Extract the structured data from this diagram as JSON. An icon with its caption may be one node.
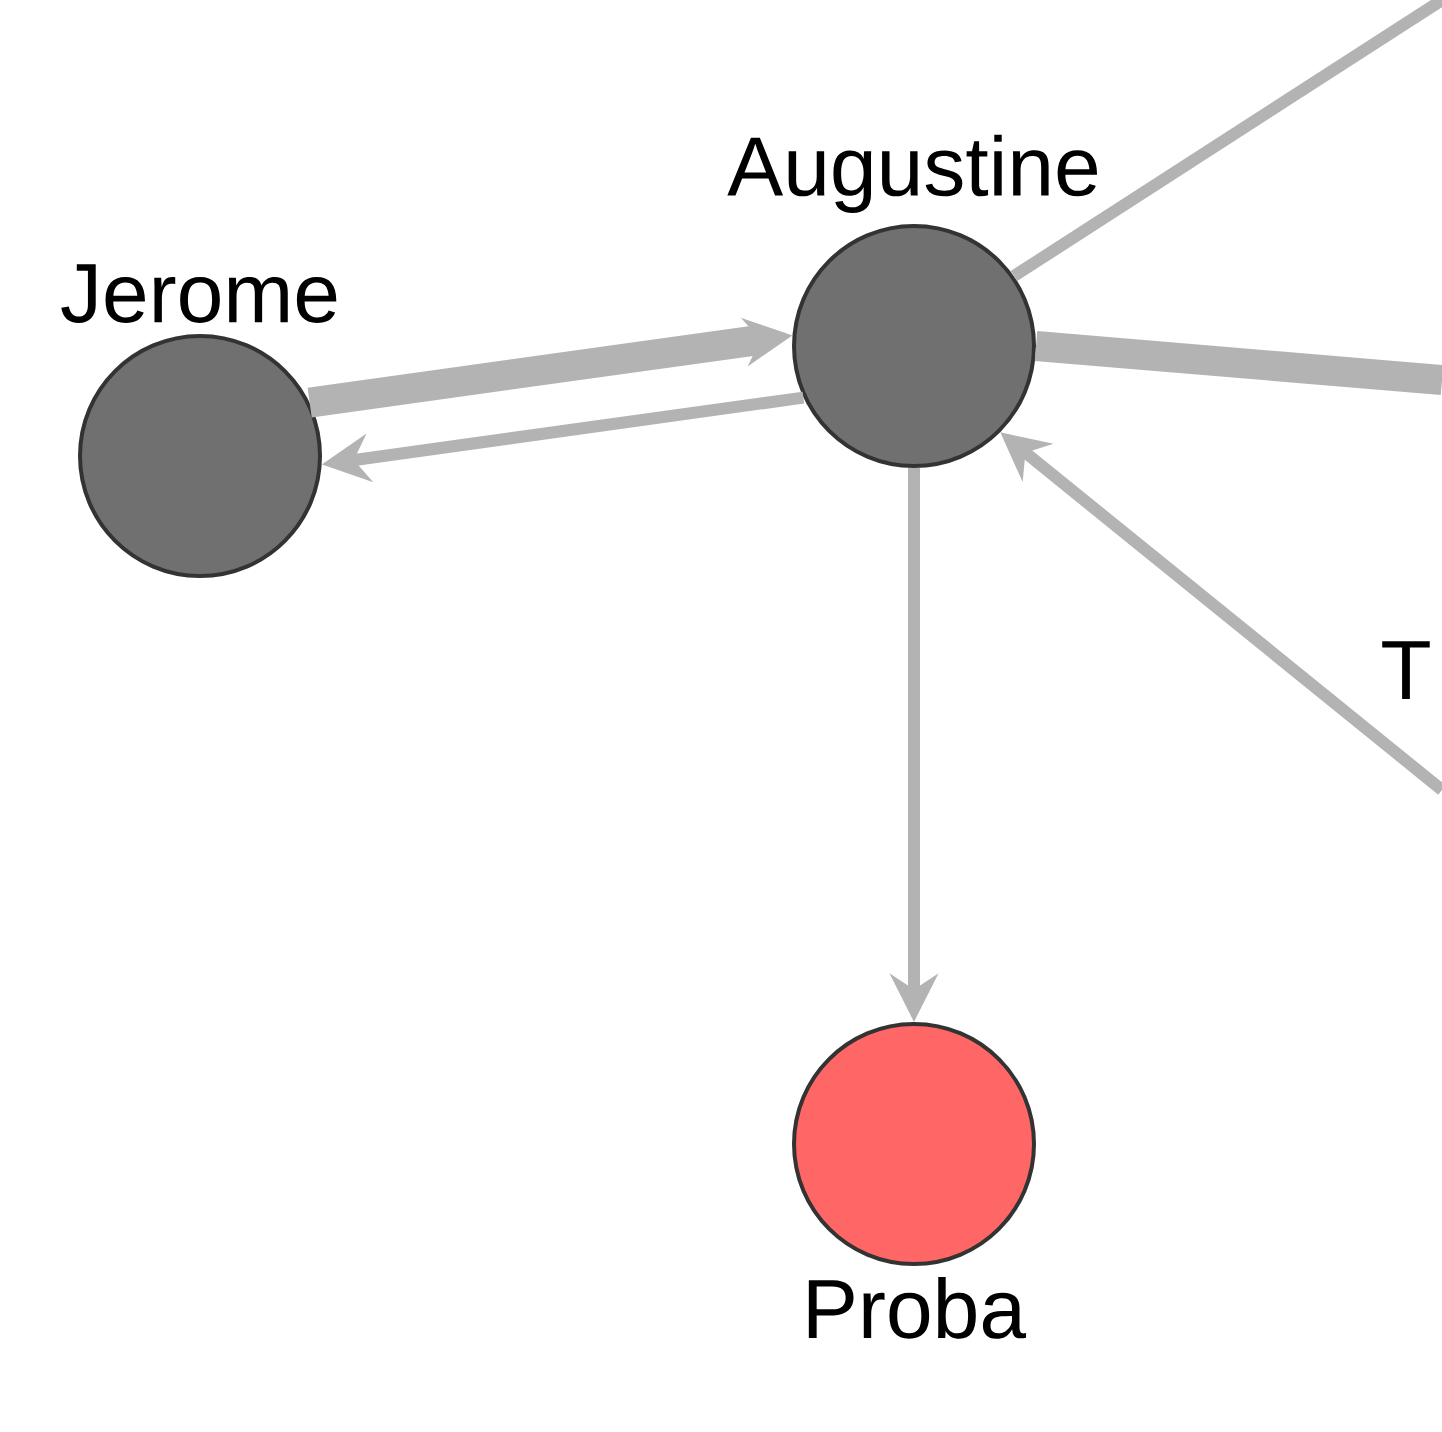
{
  "diagram": {
    "nodes": [
      {
        "text": [
          "Jerome"
        ]
      },
      {
        "text": [
          "Augustine"
        ]
      },
      {
        "text": [
          "Proba"
        ]
      }
    ],
    "edges": [
      {
        "from": 0,
        "to": 1,
        "arrow": "to",
        "style": "thick"
      },
      {
        "from": 1,
        "to": 0,
        "arrow": "to"
      },
      {
        "from": 1,
        "to": 2,
        "arrow": "to"
      },
      {
        "from": 1,
        "to": null,
        "arrow": "none"
      },
      {
        "from": 1,
        "to": null,
        "arrow": "none",
        "style": "thick"
      },
      {
        "from": null,
        "to": 1,
        "arrow": "to"
      }
    ],
    "labels": [
      "T"
    ]
  }
}
